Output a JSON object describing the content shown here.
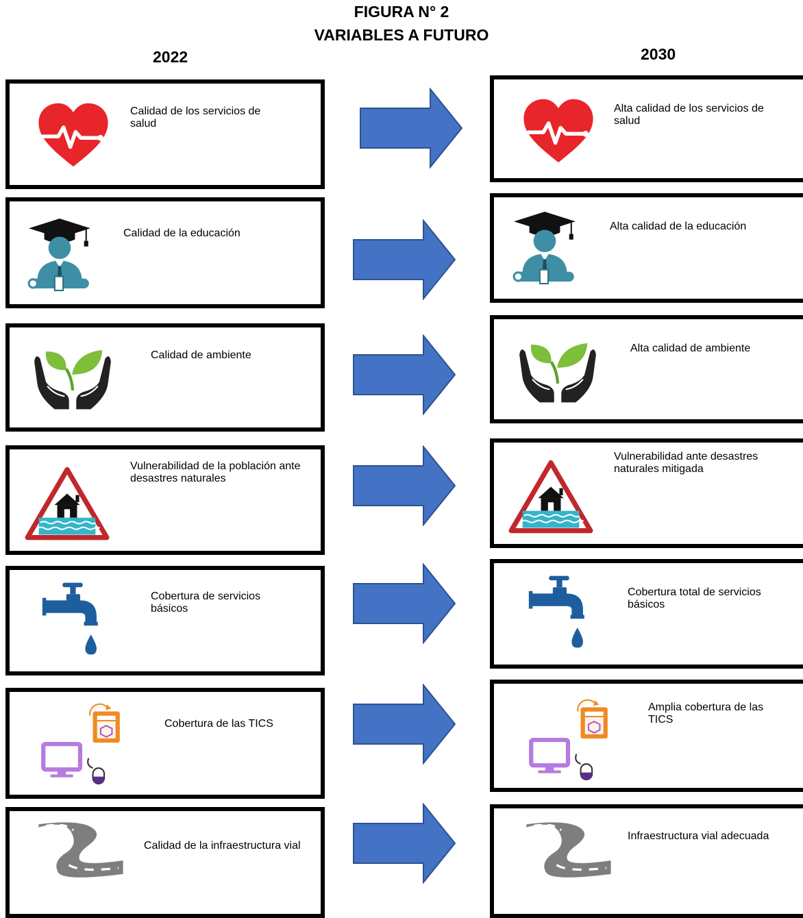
{
  "figure": {
    "title_line1": "FIGURA N° 2",
    "title_line2": "VARIABLES A FUTURO",
    "year_left": "2022",
    "year_right": "2030"
  },
  "colors": {
    "arrow_fill": "#4472C4",
    "arrow_stroke": "#2F528F",
    "box_border": "#000000"
  },
  "rows": [
    {
      "icon": "heart-pulse-icon",
      "left": "Calidad de los\nservicios de salud",
      "right": "Alta calidad de los\nservicios de salud"
    },
    {
      "icon": "graduate-icon",
      "left": "Calidad de la\neducación",
      "right": "Alta calidad de la\neducación"
    },
    {
      "icon": "plant-hands-icon",
      "left": "Calidad de\nambiente",
      "right": "Alta calidad de\nambiente"
    },
    {
      "icon": "flood-warning-icon",
      "left": "Vulnerabilidad de la\npoblación ante\ndesastres naturales",
      "right": "Vulnerabilidad ante\ndesastres naturales\nmitigada"
    },
    {
      "icon": "water-tap-icon",
      "left": "Cobertura de\nservicios básicos",
      "right": "Cobertura total de\nservicios básicos"
    },
    {
      "icon": "tics-icon",
      "left": "Cobertura de\nlas TICS",
      "right": "Amplia\ncobertura de\nlas TICS"
    },
    {
      "icon": "road-icon",
      "left": "Calidad de la\ninfraestructura vial",
      "right": "Infraestructura vial\nadecuada"
    }
  ]
}
